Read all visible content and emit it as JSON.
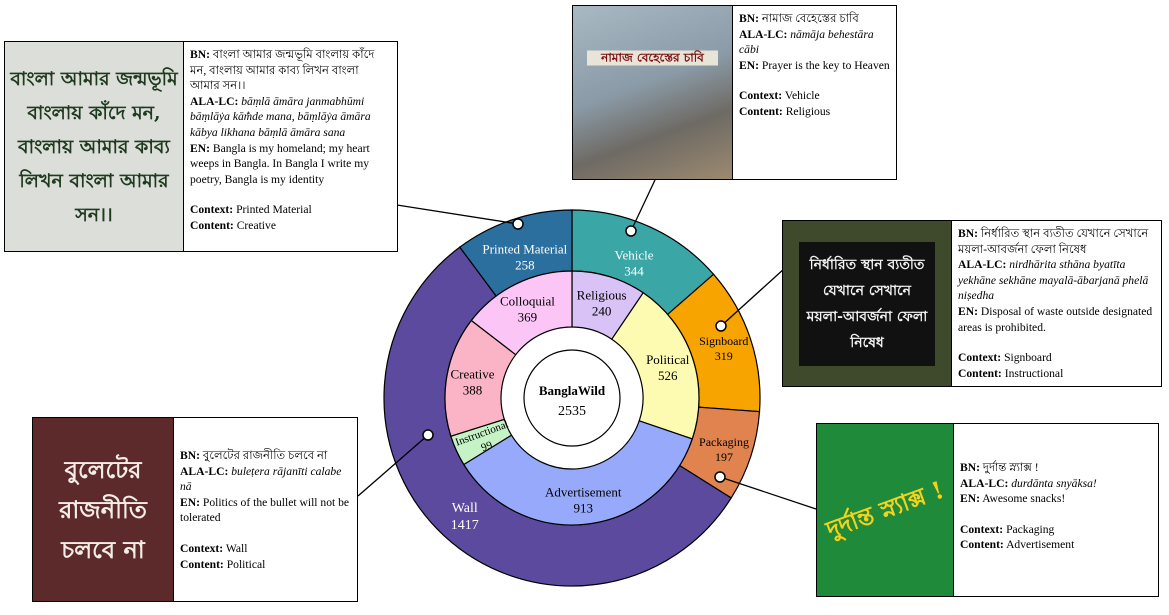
{
  "chart_data": {
    "type": "nested-donut",
    "center": {
      "label": "BanglaWild",
      "value": 2535
    },
    "outer_ring": [
      {
        "name": "Vehicle",
        "value": 344,
        "color": "#3aa6a6"
      },
      {
        "name": "Signboard",
        "value": 319,
        "color": "#f7a400"
      },
      {
        "name": "Packaging",
        "value": 197,
        "color": "#e0834f"
      },
      {
        "name": "Wall",
        "value": 1417,
        "color": "#5b4a9e"
      },
      {
        "name": "Printed Material",
        "value": 258,
        "color": "#2b6f9e"
      }
    ],
    "inner_ring": [
      {
        "name": "Religious",
        "value": 240,
        "color": "#d9c2f5"
      },
      {
        "name": "Political",
        "value": 526,
        "color": "#fdfab1"
      },
      {
        "name": "Advertisement",
        "value": 913,
        "color": "#97a9fa"
      },
      {
        "name": "Instructional",
        "value": 99,
        "color": "#c5f3c5"
      },
      {
        "name": "Creative",
        "value": 388,
        "color": "#fbb4c5"
      },
      {
        "name": "Colloquial",
        "value": 369,
        "color": "#fbc6f6"
      }
    ]
  },
  "labels": {
    "bn": "BN:",
    "ala": "ALA-LC:",
    "en": "EN:",
    "context": "Context:",
    "content": "Content:"
  },
  "examples": {
    "printed": {
      "photo_text": "বাংলা আমার জন্মভূমি বাংলায় কাঁদে মন, বাংলায় আমার কাব্য লিখন বাংলা আমার সন।।",
      "bn": "বাংলা আমার জন্মভূমি বাংলায় কাঁদে মন, বাংলায় আমার কাব্য লিখন বাংলা আমার সন।।",
      "ala": "bāṃlā āmāra janmabhūmi bāṃlāẏa kām̐de mana, bāṃlāẏa āmāra kābya likhana bāṃlā āmāra sana",
      "en": "Bangla is my homeland; my heart weeps in Bangla. In Bangla I write my poetry, Bangla is my identity",
      "context": "Printed Material",
      "content": "Creative"
    },
    "vehicle": {
      "photo_text": "নামাজ বেহেস্তের চাবি",
      "bn": "নামাজ বেহেস্তের   চাবি",
      "ala": "nāmāja behestāra cābi",
      "en": "Prayer is the key to Heaven",
      "context": "Vehicle",
      "content": "Religious"
    },
    "signboard": {
      "photo_text": "নির্ধারিত স্থান ব্যতীত যেখানে সেখানে ময়লা-আবর্জনা ফেলা নিষেধ",
      "bn": "নির্ধারিত স্থান ব্যতীত যেখানে সেখানে ময়লা-আবর্জনা ফেলা নিষেধ",
      "ala": "nirdhārita sthāna byatīta yekhāne sekhāne mayalā-ābarjanā phelā niṣedha",
      "en": "Disposal of waste outside designated areas is prohibited.",
      "context": "Signboard",
      "content": "Instructional"
    },
    "wall": {
      "photo_text": "বুলেটের রাজনীতি চলবে না",
      "bn": "বুলেটের রাজনীতি চলবে না",
      "ala": "buleṭera rājanīti calabe nā",
      "en": "Politics of the bullet will not be tolerated",
      "context": "Wall",
      "content": "Political"
    },
    "packaging": {
      "photo_text": "দুর্দান্ত স্ন্যাক্স !",
      "bn": "দুর্দান্ত স্ন্যাক্স !",
      "ala": "durdānta snyāksa!",
      "en": "Awesome snacks!",
      "context": "Packaging",
      "content": "Advertisement"
    }
  }
}
